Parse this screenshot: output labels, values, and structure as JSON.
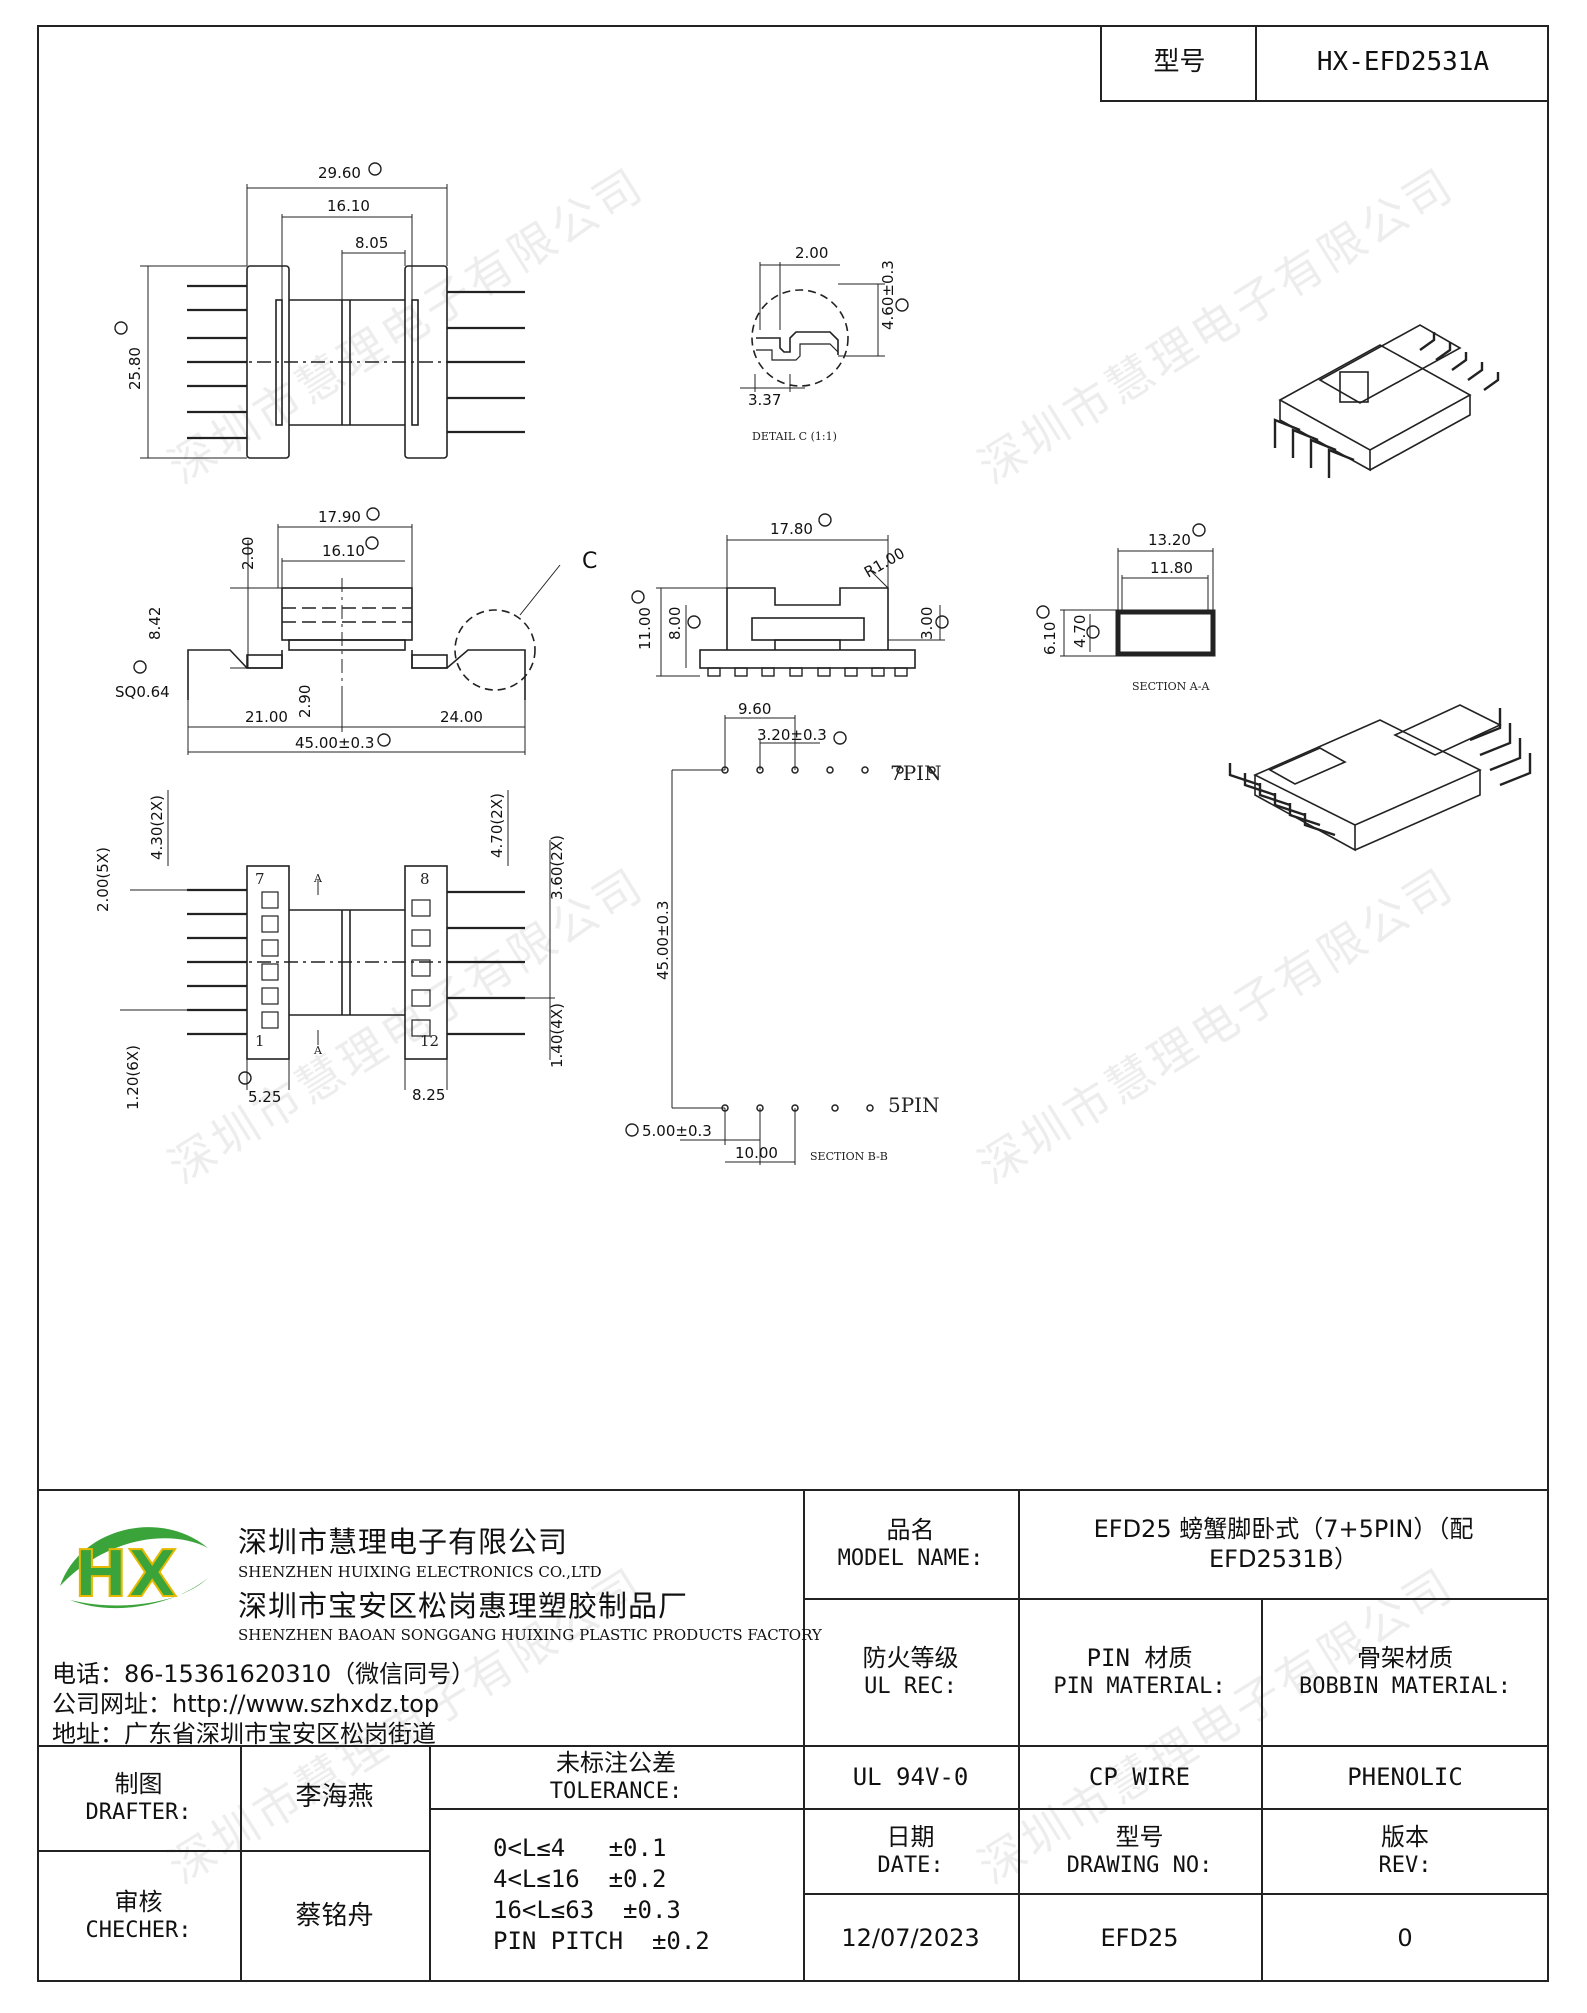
{
  "header": {
    "label": "型号",
    "value": "HX-EFD2531A"
  },
  "drawing": {
    "top_view": {
      "width_total": "29.60",
      "width_inner": "16.10",
      "width_core": "8.05",
      "height": "25.80"
    },
    "detail_c": {
      "dim_a": "2.00",
      "dim_b": "4.60±0.3",
      "dim_c": "3.37",
      "title": "DETAIL C (1:1)"
    },
    "side_view": {
      "w1": "17.90",
      "w2": "16.10",
      "h1": "2.00",
      "h2": "8.42",
      "sq": "SQ0.64",
      "left": "21.00",
      "mid": "2.90",
      "right": "24.00",
      "total": "45.00±0.3",
      "callout": "C"
    },
    "end_view": {
      "w": "17.80",
      "r": "R1.00",
      "h1": "11.00",
      "h2": "8.00",
      "h3": "3.00"
    },
    "section_a": {
      "w1": "13.20",
      "w2": "11.80",
      "h1": "6.10",
      "h2": "4.70",
      "title": "SECTION A-A"
    },
    "bottom_view": {
      "d1": "4.30(2X)",
      "d2": "4.70(2X)",
      "d3": "3.60(2X)",
      "d4": "2.00(5X)",
      "d5": "1.40(4X)",
      "d6": "1.20(6X)",
      "w_left": "5.25",
      "w_right": "8.25",
      "pin7": "7",
      "pin8": "8",
      "pin1": "1",
      "pin12": "12",
      "sec": "A"
    },
    "pin_layout": {
      "d1": "9.60",
      "d2": "3.20±0.3",
      "h": "45.00±0.3",
      "d3": "5.00±0.3",
      "d4": "10.00",
      "top": "7PIN",
      "bottom": "5PIN",
      "title": "SECTION B-B"
    }
  },
  "watermarks": [
    "深圳市慧理电子有限公司"
  ],
  "company": {
    "logo": "HX",
    "name_cn": "深圳市慧理电子有限公司",
    "name_en": "SHENZHEN HUIXING ELECTRONICS CO.,LTD",
    "factory_cn": "深圳市宝安区松岗惠理塑胶制品厂",
    "factory_en": "SHENZHEN BAOAN SONGGANG HUIXING PLASTIC PRODUCTS FACTORY",
    "phone": "电话：86-15361620310（微信同号）",
    "website": "公司网址：http://www.szhxdz.top",
    "address": "地址：广东省深圳市宝安区松岗街道"
  },
  "table": {
    "model_name_cn": "品名",
    "model_name_en": "MODEL NAME:",
    "model_value_1": "EFD25 螃蟹脚卧式（7+5PIN）（配",
    "model_value_2": "EFD2531B）",
    "fire_cn": "防火等级",
    "fire_en": "UL REC:",
    "pin_cn": "PIN 材质",
    "pin_en": "PIN MATERIAL:",
    "bobbin_cn": "骨架材质",
    "bobbin_en": "BOBBIN MATERIAL:",
    "fire_value": "UL 94V-0",
    "pin_value": "CP WIRE",
    "bobbin_value": "PHENOLIC",
    "drafter_cn": "制图",
    "drafter_en": "DRAFTER:",
    "drafter_name": "李海燕",
    "checker_cn": "审核",
    "checker_en": "CHECHER:",
    "checker_name": "蔡铭舟",
    "tol_cn": "未标注公差",
    "tol_en": "TOLERANCE:",
    "tol_rows": [
      "0<L≤4   ±0.1",
      "4<L≤16  ±0.2",
      "16<L≤63  ±0.3",
      "PIN PITCH  ±0.2"
    ],
    "date_cn": "日期",
    "date_en": "DATE:",
    "drawing_cn": "型号",
    "drawing_en": "DRAWING NO:",
    "rev_cn": "版本",
    "rev_en": "REV:",
    "date_value": "12/07/2023",
    "drawing_value": "EFD25",
    "rev_value": "0"
  }
}
